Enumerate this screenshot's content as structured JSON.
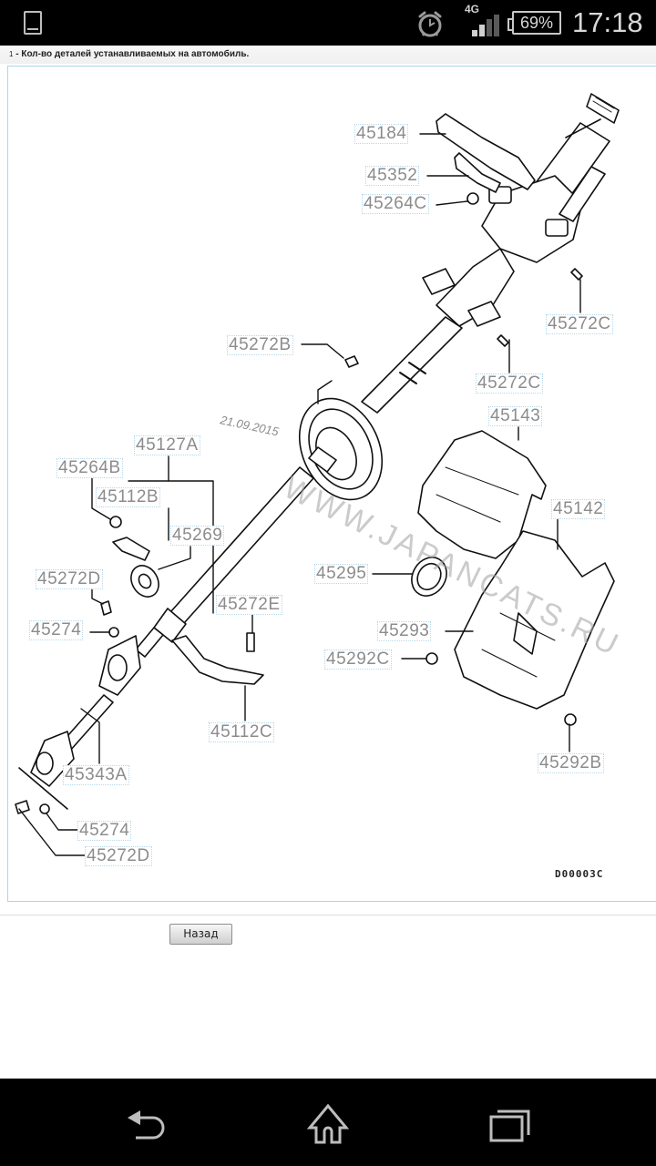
{
  "status_bar": {
    "network_type": "4G",
    "battery": "69%",
    "battery_level": 0.69,
    "time": "17:18",
    "icons": [
      "phone-icon",
      "alarm-icon",
      "signal-icon",
      "battery-icon"
    ]
  },
  "page": {
    "footnote_marker": "1",
    "footnote_text": "- Кол-во деталей устанавливаемых на автомобиль."
  },
  "diagram": {
    "code": "D00003C",
    "watermark": "WWW.JAPANCATS.RU",
    "watermark_date": "21.09.2015",
    "parts": [
      {
        "id": "45184",
        "label": "45184"
      },
      {
        "id": "45352",
        "label": "45352"
      },
      {
        "id": "45264C",
        "label": "45264C"
      },
      {
        "id": "45272C-upper",
        "label": "45272C"
      },
      {
        "id": "45272B",
        "label": "45272B"
      },
      {
        "id": "45272C-lower",
        "label": "45272C"
      },
      {
        "id": "45143",
        "label": "45143"
      },
      {
        "id": "45127A",
        "label": "45127A"
      },
      {
        "id": "45264B",
        "label": "45264B"
      },
      {
        "id": "45112B",
        "label": "45112B"
      },
      {
        "id": "45269",
        "label": "45269"
      },
      {
        "id": "45142",
        "label": "45142"
      },
      {
        "id": "45272D-upper",
        "label": "45272D"
      },
      {
        "id": "45295",
        "label": "45295"
      },
      {
        "id": "45272E",
        "label": "45272E"
      },
      {
        "id": "45274-upper",
        "label": "45274"
      },
      {
        "id": "45293",
        "label": "45293"
      },
      {
        "id": "45292C",
        "label": "45292C"
      },
      {
        "id": "45112C",
        "label": "45112C"
      },
      {
        "id": "45343A",
        "label": "45343A"
      },
      {
        "id": "45292B",
        "label": "45292B"
      },
      {
        "id": "45274-lower",
        "label": "45274"
      },
      {
        "id": "45272D-lower",
        "label": "45272D"
      }
    ]
  },
  "actions": {
    "back_label": "Назад"
  },
  "navigation": {
    "buttons": [
      "back-icon",
      "home-icon",
      "recent-apps-icon"
    ]
  }
}
